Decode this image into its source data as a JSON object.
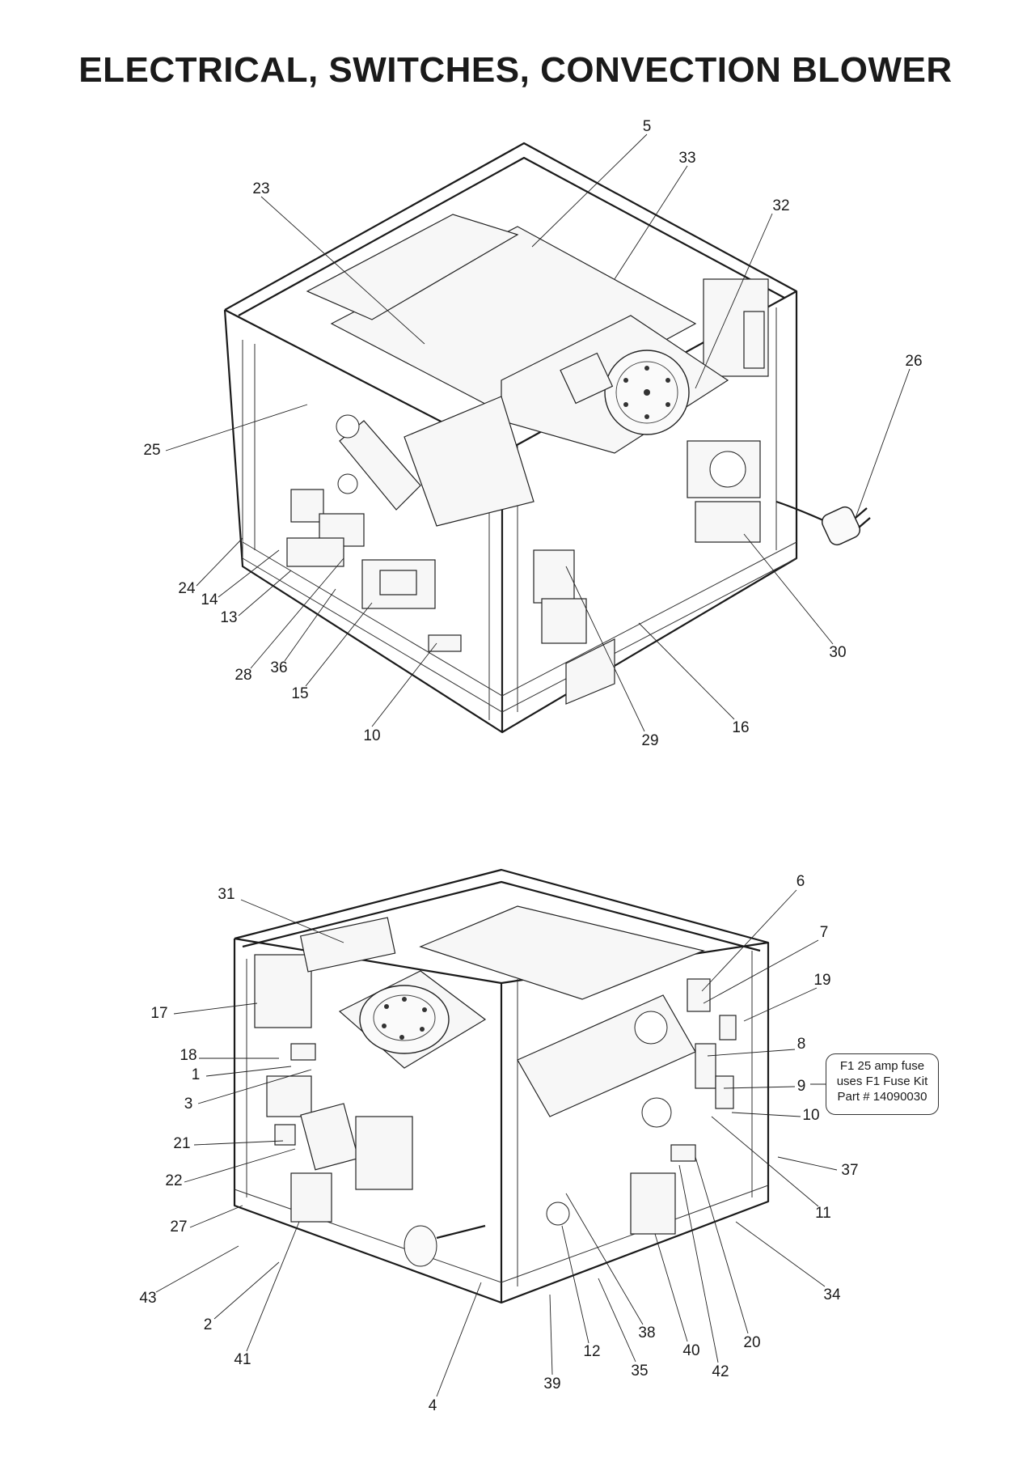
{
  "title": "ELECTRICAL, SWITCHES, CONVECTION BLOWER",
  "top_callouts": [
    "5",
    "33",
    "32",
    "23",
    "26",
    "25",
    "24",
    "14",
    "13",
    "28",
    "36",
    "15",
    "10",
    "29",
    "16",
    "30"
  ],
  "bottom_callouts": [
    "31",
    "6",
    "7",
    "19",
    "17",
    "8",
    "18",
    "1",
    "9",
    "3",
    "10",
    "21",
    "37",
    "22",
    "11",
    "27",
    "34",
    "43",
    "2",
    "38",
    "40",
    "20",
    "41",
    "12",
    "35",
    "42",
    "39",
    "4"
  ],
  "note": {
    "line1": "F1 25 amp fuse",
    "line2": "uses F1 Fuse Kit",
    "line3": "Part # 14090030"
  }
}
